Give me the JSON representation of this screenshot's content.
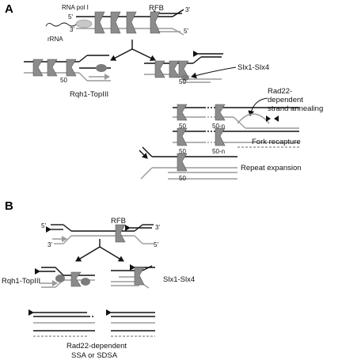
{
  "panels": {
    "a": "A",
    "b": "B"
  },
  "panel_a": {
    "rna_pol": "RNA pol I",
    "rrna": "rRNA",
    "rfb": "RFB",
    "five_prime_top": "5'",
    "three_prime_mid": "3'",
    "three_prime_right": "3'",
    "five_prime_right": "5'",
    "rqh1": "Rqh1-TopIII",
    "slx": "Slx1-Slx4",
    "rad22_line1": "Rad22-",
    "rad22_line2": "dependent",
    "rad22_line3": "strand annealing",
    "fork_recapture": "Fork recapture",
    "repeat_expansion": "Repeat expansion",
    "n50_a": "50",
    "n50_b": "50",
    "n50_c": "50",
    "n50n_c": "50-n",
    "n50_d": "50",
    "n50n_d": "50-n",
    "n50_e": "50"
  },
  "panel_b": {
    "rfb": "RFB",
    "five_prime_left": "5'",
    "three_prime_right": "3'",
    "three_prime_left": "3'",
    "five_prime_right": "5'",
    "rqh1": "Rqh1-TopIII",
    "slx": "Slx1-Slx4",
    "bottom_line1": "Rad22-dependent",
    "bottom_line2": "SSA or SDSA"
  },
  "colors": {
    "repeat_fill": "#8c8c8c",
    "strand_dark": "#111111",
    "strand_light": "#9a9a9a"
  }
}
